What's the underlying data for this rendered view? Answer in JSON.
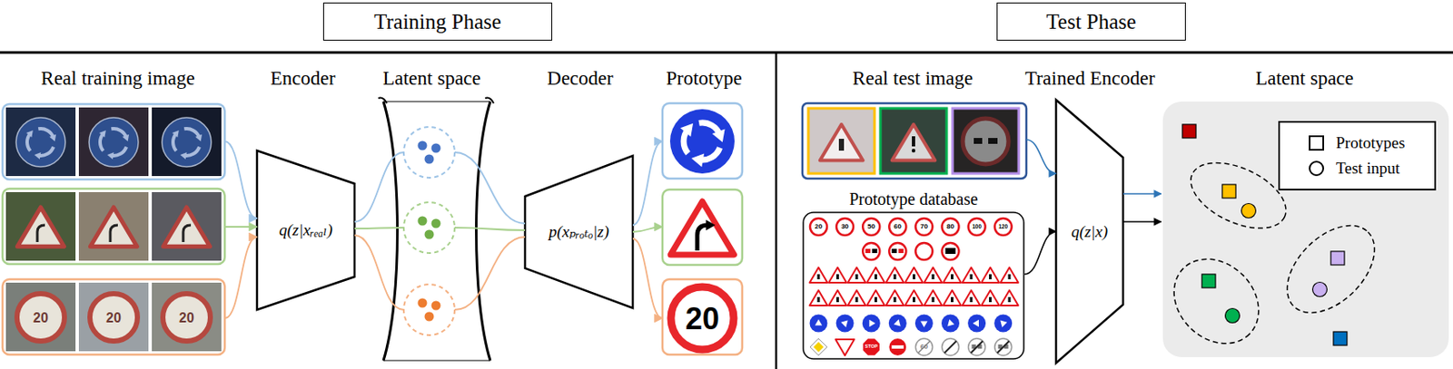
{
  "diagram": {
    "nodes": [
      {
        "text": [
          "Training Phase"
        ]
      },
      {
        "text": [
          "Test Phase"
        ]
      },
      {
        "text": [
          "q(z|xᵣₑₐₗ)"
        ]
      },
      {
        "text": [
          "p(xₚᵣₒₜₒ|z)"
        ]
      },
      {
        "text": [
          "q(z|x)"
        ]
      },
      {
        "text": [
          "Prototype database"
        ]
      }
    ],
    "edges": [
      {
        "from": 5,
        "to": 4,
        "arrow": "to"
      }
    ],
    "labels": [
      "Real training image",
      "Encoder",
      "Latent space",
      "Decoder",
      "Prototype",
      "Real test image",
      "Trained Encoder",
      "Latent space",
      "20",
      "20",
      "20",
      "20",
      "20",
      "30",
      "50",
      "60",
      "70",
      "80",
      "100",
      "120",
      "STOP",
      "60"
    ],
    "legend": [
      {
        "text": "Prototypes"
      },
      {
        "text": "Test input"
      }
    ]
  }
}
